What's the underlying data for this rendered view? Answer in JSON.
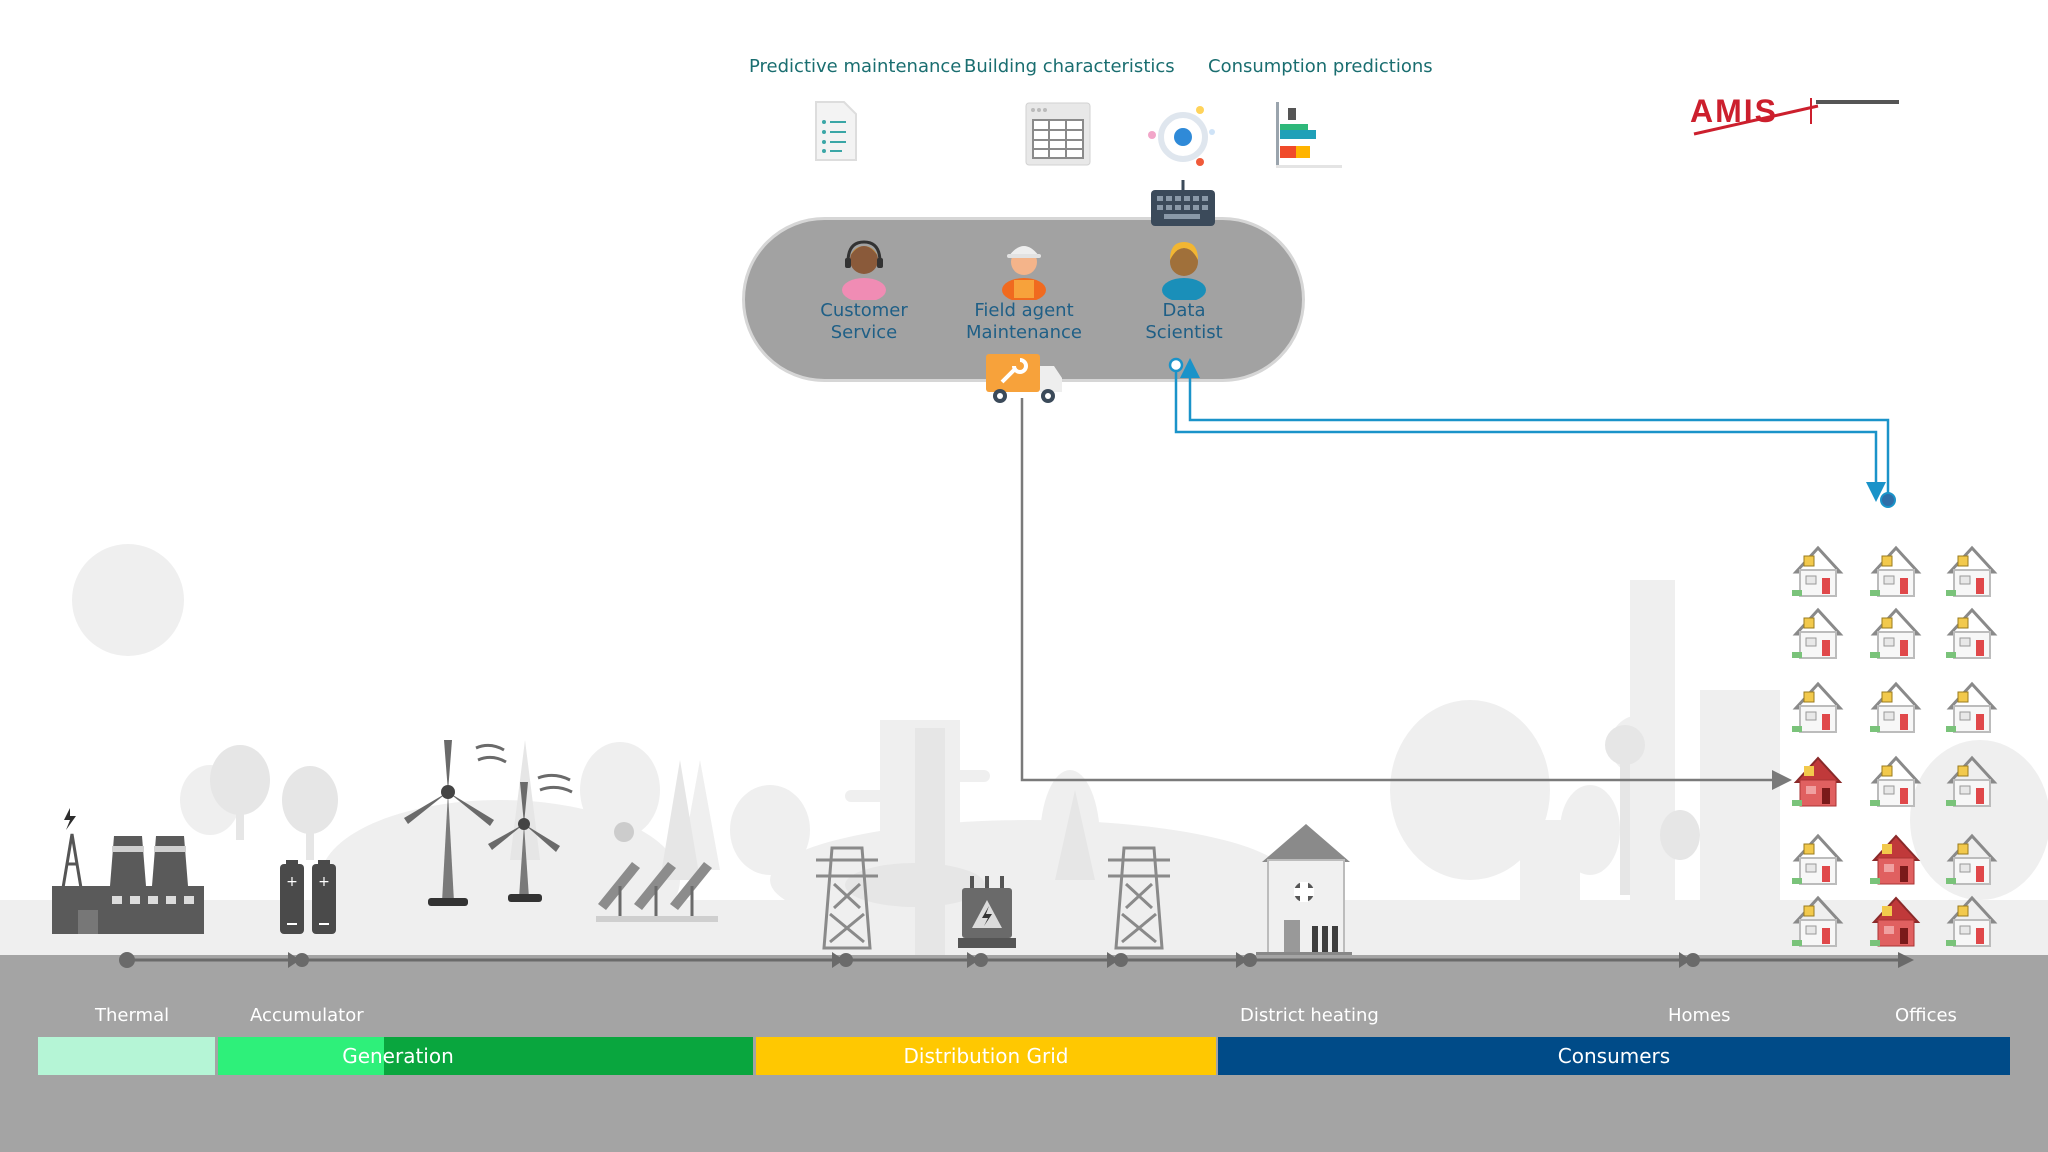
{
  "top_labels": {
    "predictive": "Predictive maintenance",
    "building": "Building characteristics",
    "consumption": "Consumption predictions"
  },
  "roles": {
    "customer_service": [
      "Customer",
      "Service"
    ],
    "field_agent": [
      "Field agent",
      "Maintenance"
    ],
    "data_scientist": [
      "Data",
      "Scientist"
    ]
  },
  "categories": {
    "thermal": "Thermal",
    "accumulator": "Accumulator",
    "district_heating": "District heating",
    "homes": "Homes",
    "offices": "Offices"
  },
  "bands": {
    "generation": "Generation",
    "distribution": "Distribution Grid",
    "consumers": "Consumers"
  },
  "logo": {
    "name": "AMIS",
    "brand_color": "#cc1f2d"
  },
  "colors": {
    "thermal_band": "#b5f5d6",
    "generation_band": "#09a63e",
    "generation_band_light": "#2ef07a",
    "distribution_band": "#ffc801",
    "consumers_band": "#004b88",
    "flow_line_blue": "#1a93c9",
    "flow_line_gray": "#7a7a7a",
    "ground": "#a4a4a4"
  }
}
